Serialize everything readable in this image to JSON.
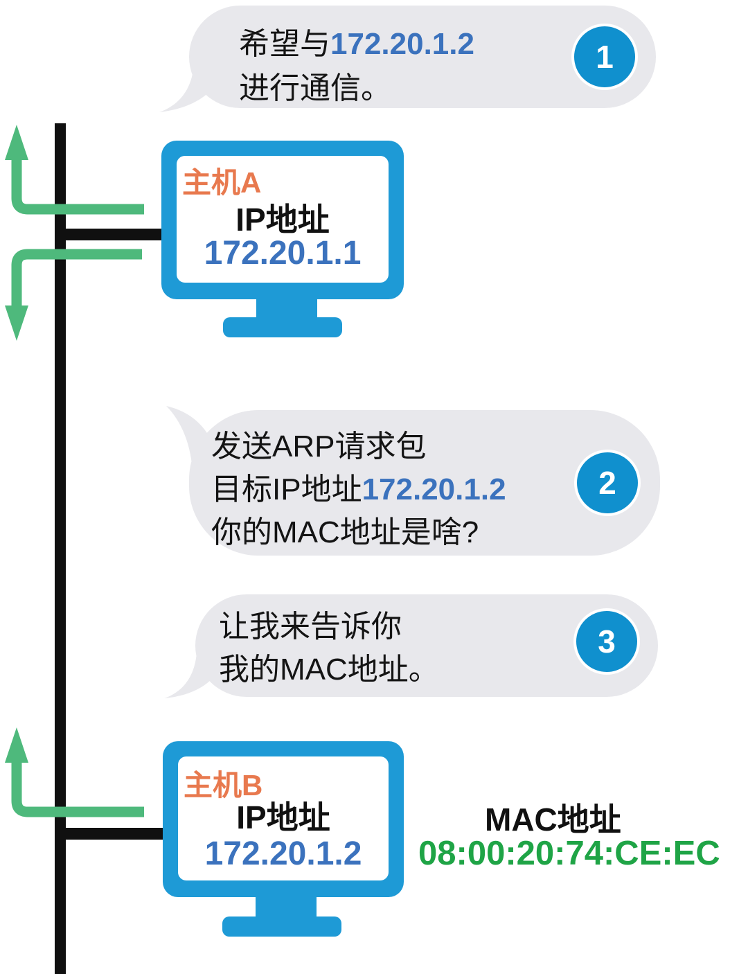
{
  "steps": [
    {
      "number": "1",
      "line1_prefix": "希望与",
      "line1_ip": "172.20.1.2",
      "line2": "进行通信。"
    },
    {
      "number": "2",
      "line1": "发送ARP请求包",
      "line2_prefix": "目标IP地址",
      "line2_ip": "172.20.1.2",
      "line3": "你的MAC地址是啥?"
    },
    {
      "number": "3",
      "line1": "让我来告诉你",
      "line2": "我的MAC地址。"
    }
  ],
  "hosts": {
    "a": {
      "name": "主机A",
      "ip_label": "IP地址",
      "ip": "172.20.1.1"
    },
    "b": {
      "name": "主机B",
      "ip_label": "IP地址",
      "ip": "172.20.1.2",
      "mac_label": "MAC地址",
      "mac": "08:00:20:74:CE:EC"
    }
  },
  "colors": {
    "bubble_gray": "#e8e8ec",
    "step_badge_blue": "#1090ce",
    "monitor_blue": "#1e9ad6",
    "host_label_orange": "#e8794e",
    "ip_text_blue": "#3b72bd",
    "arrow_green": "#4eb97c",
    "mac_text_green": "#1fa446",
    "bus_black": "#101010"
  }
}
